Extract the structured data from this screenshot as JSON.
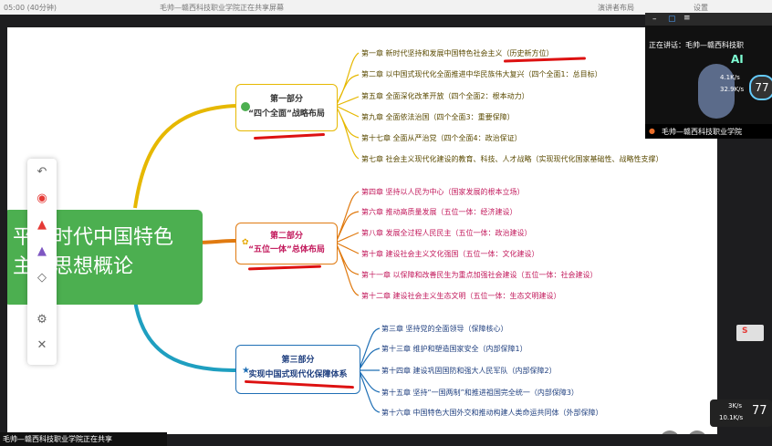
{
  "topbar": {
    "left_text": "05:00 (40分钟)",
    "share_text": "毛帅—赣西科技职业学院正在共享屏幕",
    "right_text": "演讲者布局",
    "settings_text": "设置"
  },
  "mindmap": {
    "central_line1": "平新时代中国特色",
    "central_line2": "主义思想概论",
    "part1": {
      "title": "第一部分",
      "subtitle": "“四个全面”战略布局"
    },
    "part2": {
      "title": "第二部分",
      "subtitle": "“五位一体”总体布局"
    },
    "part3": {
      "title": "第三部分",
      "subtitle": "实现中国式现代化保障体系"
    },
    "part1_chapters": [
      "第一章  新时代坚持和发展中国特色社会主义（历史新方位）",
      "第二章  以中国式现代化全面推进中华民族伟大复兴（四个全面1：总目标）",
      "第五章  全面深化改革开放（四个全面2：根本动力）",
      "第九章  全面依法治国（四个全面3：重要保障）",
      "第十七章  全面从严治党（四个全面4：政治保证）",
      "第七章  社会主义现代化建设的教育、科技、人才战略（实现现代化国家基础性、战略性支撑）"
    ],
    "part2_chapters": [
      "第四章  坚持以人民为中心（国家发展的根本立场）",
      "第六章  推动高质量发展（五位一体：经济建设）",
      "第八章  发展全过程人民民主（五位一体：政治建设）",
      "第十章  建设社会主义文化强国（五位一体：文化建设）",
      "第十一章  以保障和改善民生为重点加强社会建设（五位一体：社会建设）",
      "第十二章  建设社会主义生态文明（五位一体：生态文明建设）"
    ],
    "part3_chapters": [
      "第三章  坚持党的全面领导（保障核心）",
      "第十三章  维护和塑造国家安全（内部保障1）",
      "第十四章  建设巩固国防和强大人民军队（内部保障2）",
      "第十五章  坚持“一国两制”和推进祖国完全统一（内部保障3）",
      "第十六章  中国特色大国外交和推动构建人类命运共同体（外部保障）"
    ]
  },
  "overlay": {
    "speaker_label": "正在讲话：毛帅—赣西科技职",
    "ai_label": "AI",
    "net_up": "4.1K/s",
    "net_down": "32.9K/s",
    "score": "77",
    "name": "毛帅—赣西科技职业学院"
  },
  "bottom_right": {
    "net_up": "3K/s",
    "net_down": "10.1K/s",
    "score": "77"
  },
  "status_bar": "毛帅—赣西科技职业学院正在共享",
  "icons": [
    "undo-icon",
    "record-icon",
    "pen-icon",
    "highlighter-icon",
    "eraser-icon",
    "settings-icon",
    "close-icon",
    "prev-icon",
    "next-icon"
  ],
  "colors": {
    "central": "#4caf50",
    "part1": "#e6a700",
    "part2": "#e07a10",
    "part3": "#1f6fb5",
    "part2_text": "#c2185b",
    "underline": "#dd1111"
  }
}
